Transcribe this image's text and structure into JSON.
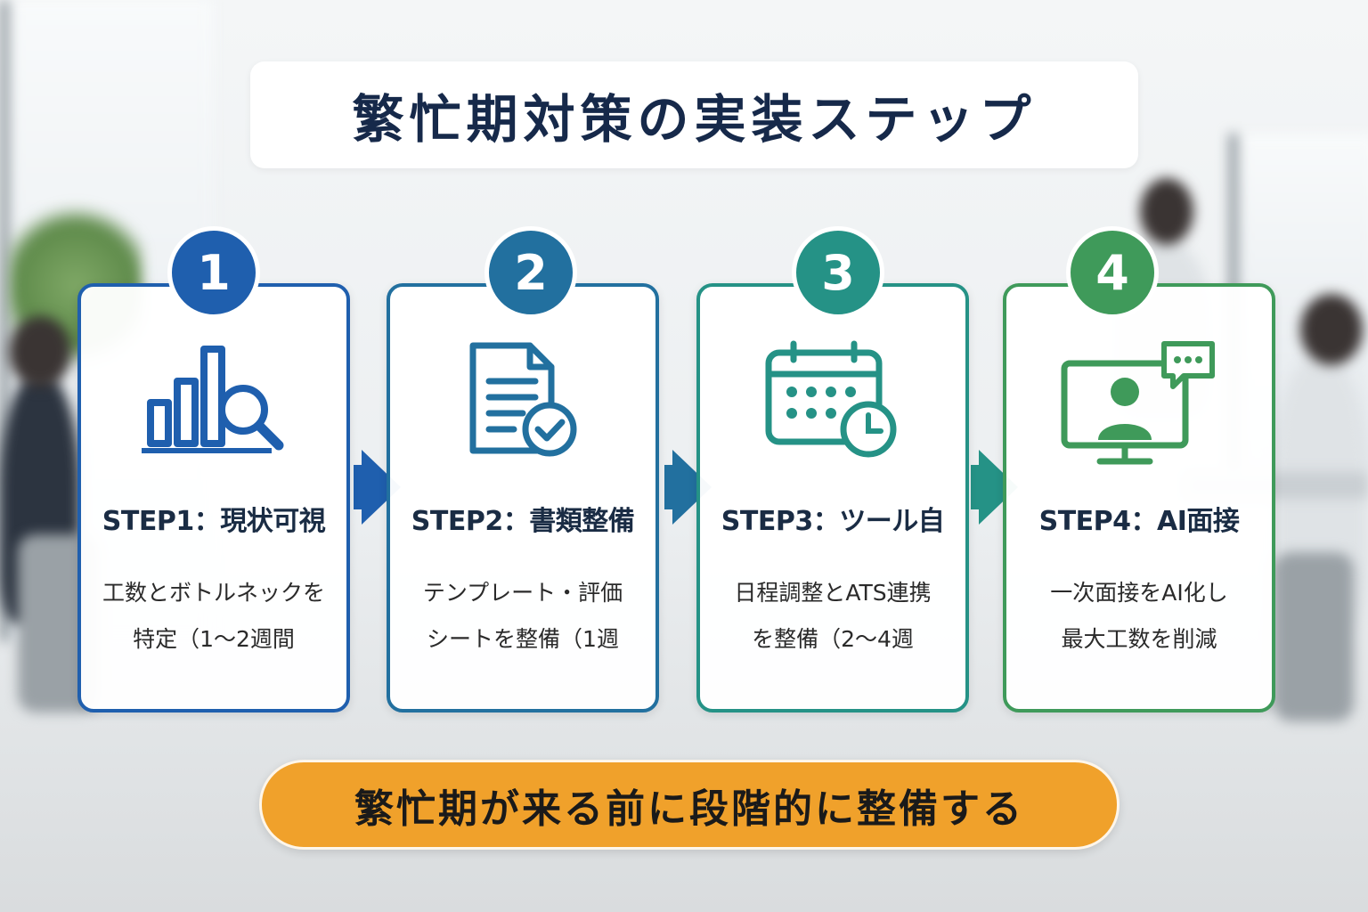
{
  "title": "繁忙期対策の実装ステップ",
  "steps": [
    {
      "number": "1",
      "label": "STEP1：現状可視",
      "desc_line1": "工数とボトルネックを",
      "desc_line2": "特定（1〜2週間",
      "color": "#1f5fae",
      "icon": "bar-chart-magnifier-icon"
    },
    {
      "number": "2",
      "label": "STEP2：書類整備",
      "desc_line1": "テンプレート・評価",
      "desc_line2": "シートを整備（1週",
      "color": "#22709f",
      "icon": "document-check-icon"
    },
    {
      "number": "3",
      "label": "STEP3：ツール自",
      "desc_line1": "日程調整とATS連携",
      "desc_line2": "を整備（2〜4週",
      "color": "#259286",
      "icon": "calendar-clock-icon"
    },
    {
      "number": "4",
      "label": "STEP4：AI面接",
      "desc_line1": "一次面接をAI化し",
      "desc_line2": "最大工数を削減",
      "color": "#3f9a5a",
      "icon": "monitor-interview-icon"
    }
  ],
  "footer": "繁忙期が来る前に段階的に整備する",
  "colors": {
    "title_text": "#16294a",
    "footer_bg": "#f0a12b"
  }
}
